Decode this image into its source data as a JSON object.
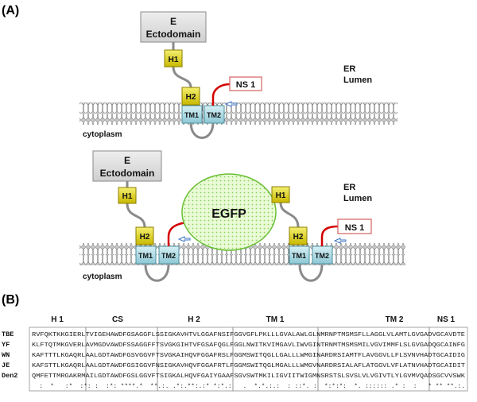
{
  "panel_a": {
    "label": "(A)",
    "top": {
      "ectodomain_line1": "E",
      "ectodomain_line2": "Ectodomain",
      "h1": "H1",
      "h2": "H2",
      "tm1": "TM1",
      "tm2": "TM2",
      "ns1": "NS 1",
      "er_line1": "ER",
      "er_line2": "Lumen",
      "cytoplasm": "cytoplasm"
    },
    "bottom": {
      "ectodomain_line1": "E",
      "ectodomain_line2": "Ectodomain",
      "h1_left": "H1",
      "h2_left": "H2",
      "tm1_left": "TM1",
      "tm2_left": "TM2",
      "egfp": "EGFP",
      "h1_right": "H1",
      "h2_right": "H2",
      "tm1_right": "TM1",
      "tm2_right": "TM2",
      "ns1": "NS 1",
      "er_line1": "ER",
      "er_line2": "Lumen",
      "cytoplasm": "cytoplasm"
    }
  },
  "panel_b": {
    "label": "(B)",
    "headers": [
      "H 1",
      "CS",
      "H 2",
      "TM 1",
      "TM 2",
      "NS 1"
    ],
    "species": [
      "TBE",
      "YF",
      "WN",
      "JE",
      "Den2"
    ],
    "sequences": [
      "RVFQKTKKGIERLTVIGEHAWDFGSAGGFLSSIGKAVHTVLGGAFNSIFGGVGFLPKLLLGVALAWLGLNMRNPTMSMSFLLAGGLVLAMTLGVGADVGCAVDTE",
      "KLFTQTMKGVERLAVMGDVAWDFSSAGGFFTSVGKGIHTVFGSAFQGLFGGLNWITKVIMGAVLIWVGINTRNMTMSMSMILVGVIMMFLSLGVGADQGCAINFG",
      "KAFTTTLKGAQRLAALGDTAWDFGSVGGVFTSVGKAIHQVFGGAFRSLFGGMSWITQGLLGALLLWMGINARDRSIAMTFLAVGGVLLFLSVNVHADTGCAIDIG",
      "KAFSTTLKGAQRLAALGDTAWDFGSIGGVFNSIGKAVHQVFGGAFRTLFGGMSWITQGLMGALLLWMGVNARDRSIALAFLATGGVLVFLATNVHADTGCAIDIT",
      "QMFETTMRGAKRMAILGDTAWDFGSLGGVFTSIGKALHQVFGAIYGAAFSGVSWTMKILIGVIITWIGMNSRSTSLSVSLVLVGIVTLYLGVMVQADSGCVVSWK"
    ],
    "consensus": "  :  *   :*  :*: :  :*: ****.*  **.:. .*:.**:.:* *:*.:   .  *.*.:.:  : ::*. :  *:*:*:  *. :::::: .* :  :   * ** **.:."
  }
}
